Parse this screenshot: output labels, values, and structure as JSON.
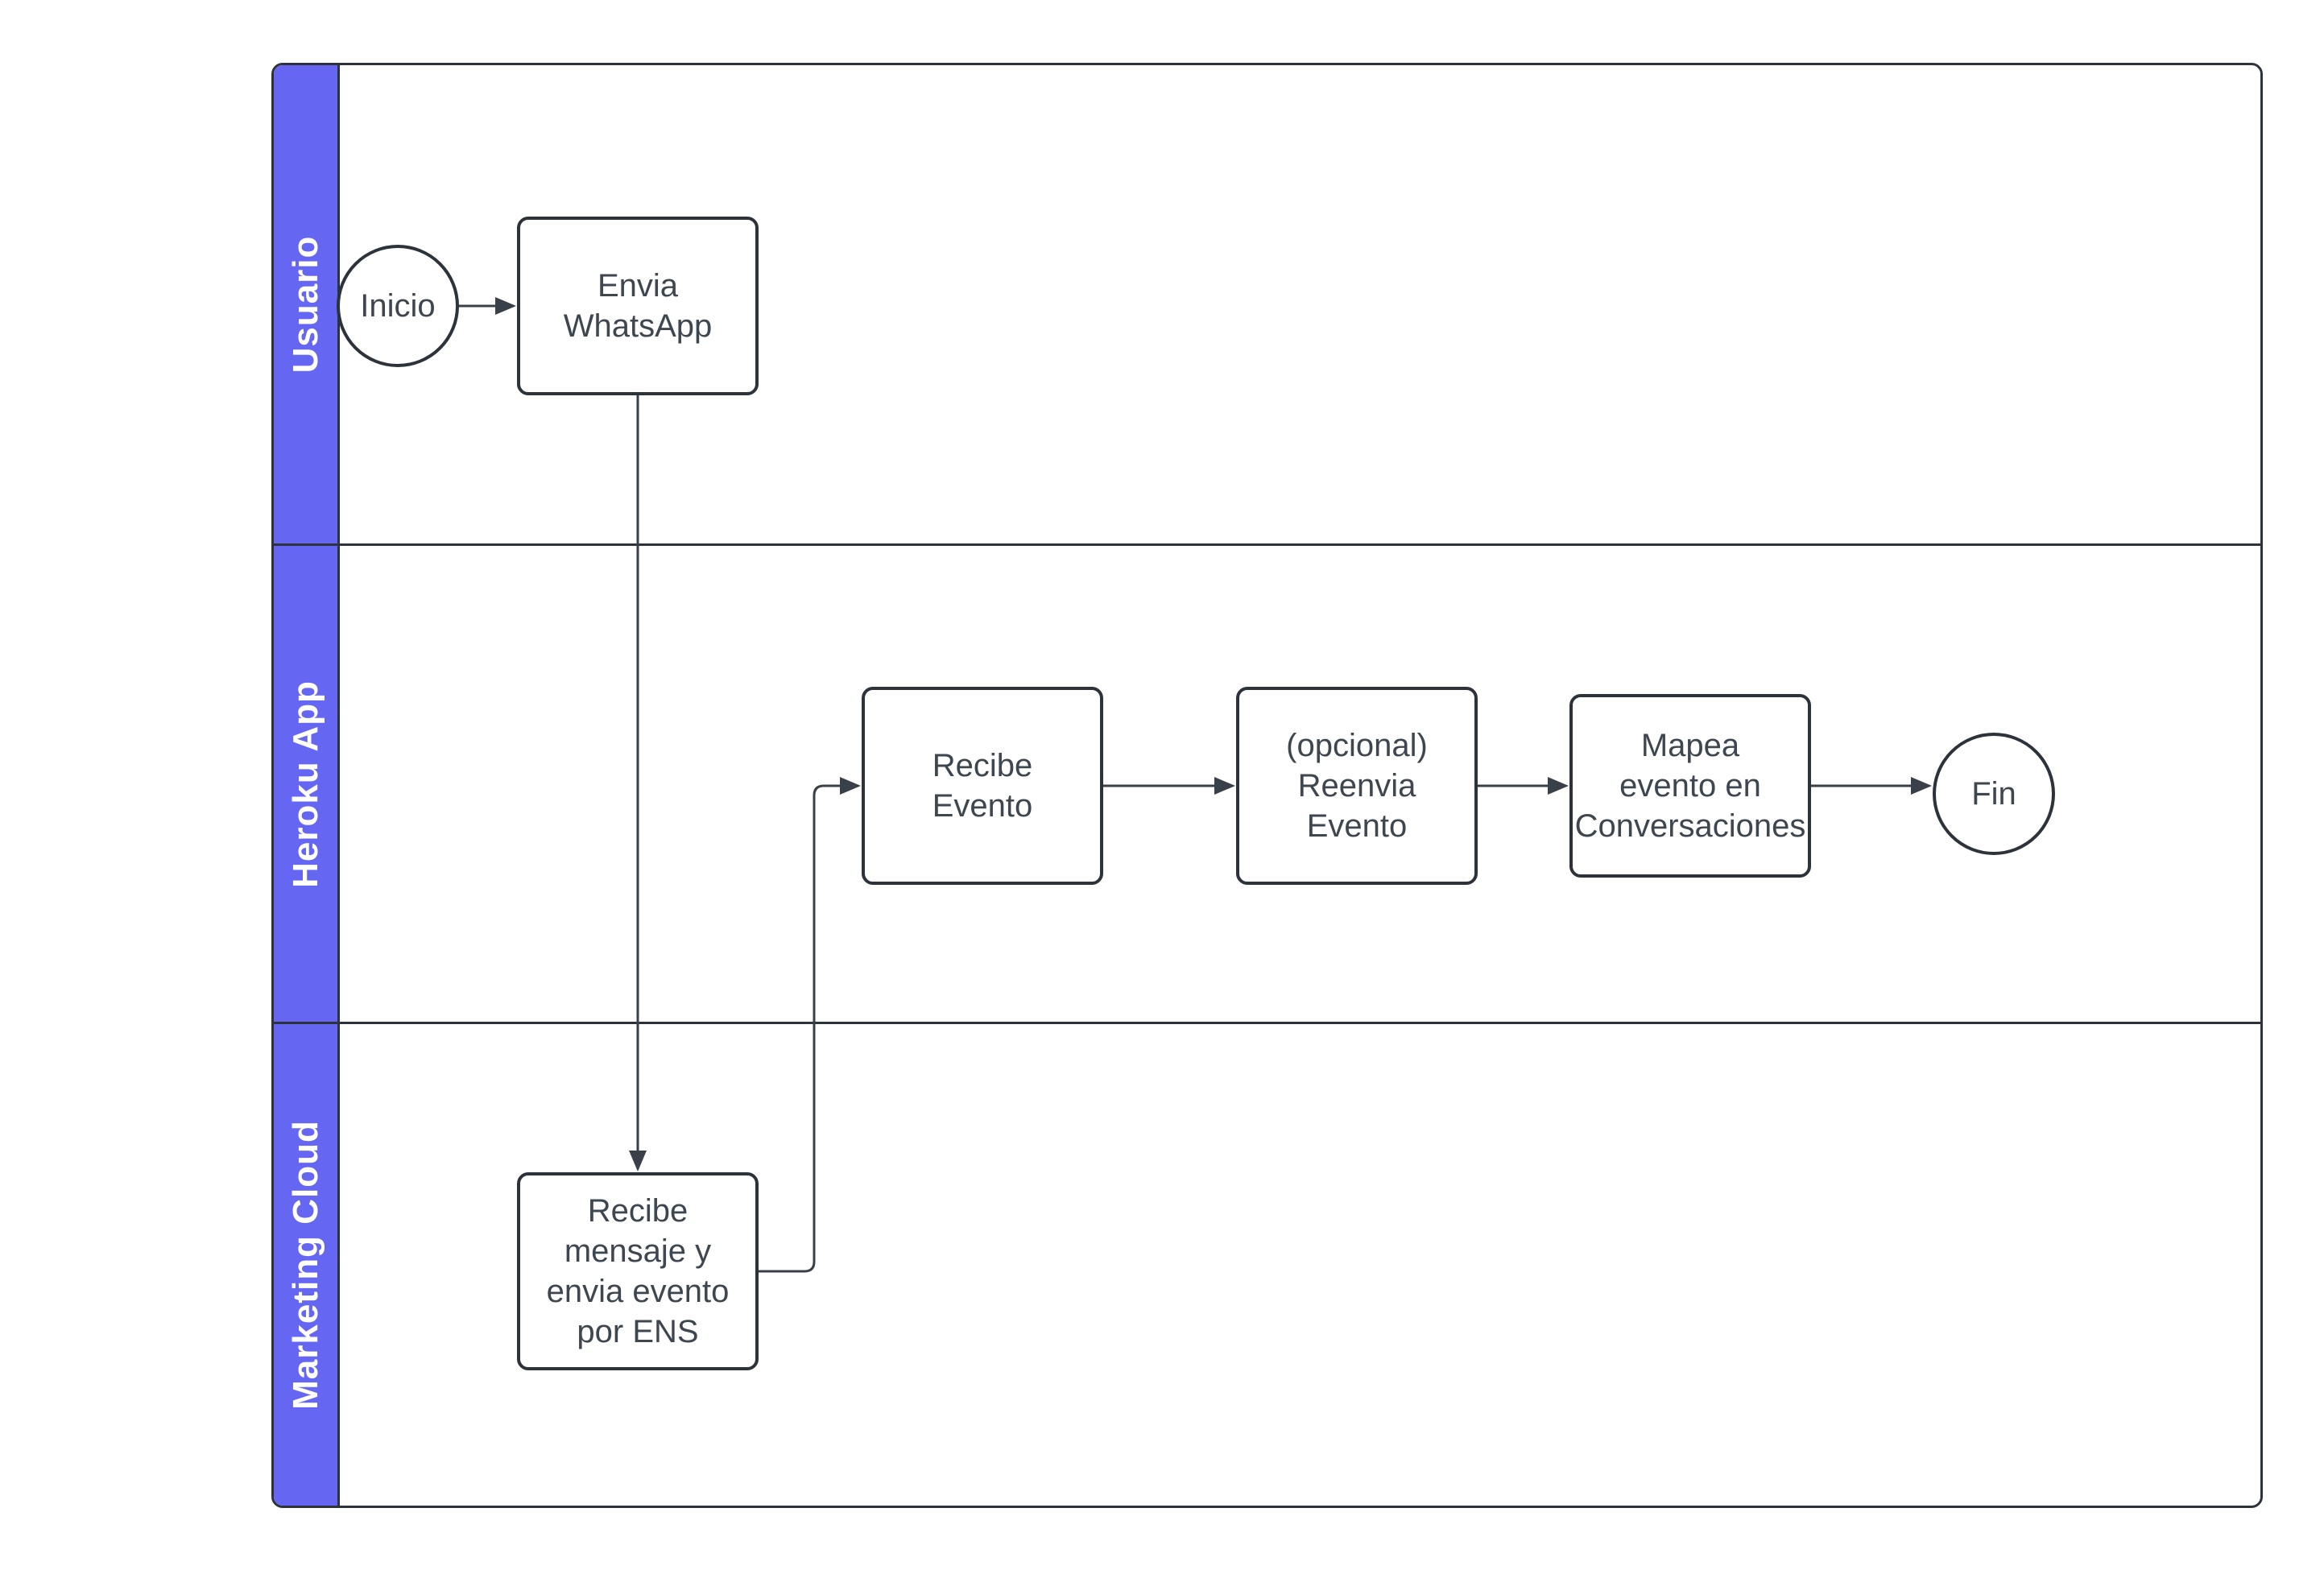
{
  "diagram": {
    "type": "bpmn-swimlane-flowchart",
    "lanes": [
      {
        "label": "Usuario"
      },
      {
        "label": "Heroku App"
      },
      {
        "label": "Marketing Cloud"
      }
    ],
    "nodes": {
      "inicio": {
        "type": "start-event",
        "lane": "Usuario",
        "label": "Inicio"
      },
      "envia_whatsapp": {
        "type": "task",
        "lane": "Usuario",
        "label": "Envia\nWhatsApp"
      },
      "recibe_evento": {
        "type": "task",
        "lane": "Heroku App",
        "label": "Recibe\nEvento"
      },
      "reenvia_evento": {
        "type": "task",
        "lane": "Heroku App",
        "label": "(opcional)\nReenvia\nEvento"
      },
      "mapea_evento": {
        "type": "task",
        "lane": "Heroku App",
        "label": "Mapea\nevento en\nConversaciones"
      },
      "fin": {
        "type": "end-event",
        "lane": "Heroku App",
        "label": "Fin"
      },
      "recibe_mensaje": {
        "type": "task",
        "lane": "Marketing Cloud",
        "label": "Recibe\nmensaje y\nenvia evento\npor ENS"
      }
    },
    "connections": [
      {
        "from": "inicio",
        "to": "envia_whatsapp"
      },
      {
        "from": "envia_whatsapp",
        "to": "recibe_mensaje"
      },
      {
        "from": "recibe_mensaje",
        "to": "recibe_evento"
      },
      {
        "from": "recibe_evento",
        "to": "reenvia_evento"
      },
      {
        "from": "reenvia_evento",
        "to": "mapea_evento"
      },
      {
        "from": "mapea_evento",
        "to": "fin"
      }
    ],
    "colors": {
      "lane_bar": "#6566F2",
      "stroke": "#2D333B",
      "connector": "#3A404A",
      "node_text": "#3E4650",
      "lane_label_text": "#FFFFFF",
      "background": "#FFFFFF"
    }
  }
}
